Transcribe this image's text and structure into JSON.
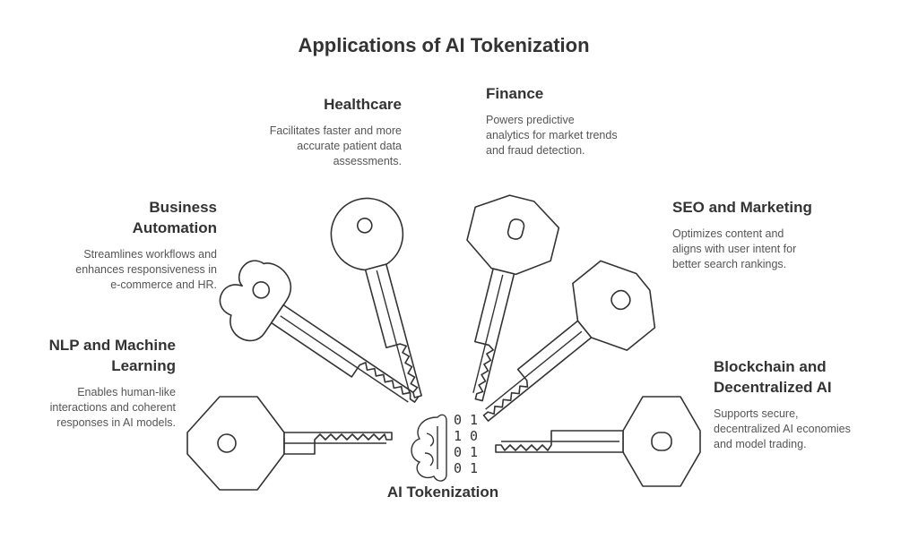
{
  "title": "Applications of AI Tokenization",
  "center": {
    "label": "AI Tokenization",
    "binary_rows": [
      "0 1",
      "1 0",
      "0 1",
      "0 1"
    ]
  },
  "applications": {
    "healthcare": {
      "title": "Healthcare",
      "description": "Facilitates faster and more accurate patient data assessments."
    },
    "finance": {
      "title": "Finance",
      "description": "Powers predictive analytics for market trends and fraud detection."
    },
    "business_automation": {
      "title": "Business Automation",
      "description": "Streamlines workflows and enhances responsiveness in e-commerce and HR."
    },
    "seo_marketing": {
      "title": "SEO and Marketing",
      "description": "Optimizes content and aligns with user intent for better search rankings."
    },
    "nlp_ml": {
      "title": "NLP and Machine Learning",
      "description": "Enables human-like interactions and coherent responses in AI models."
    },
    "blockchain": {
      "title": "Blockchain and Decentralized AI",
      "description": "Supports secure, decentralized AI economies and model trading."
    }
  },
  "icons": {
    "keys": [
      "key-icon"
    ],
    "center": "brain-binary-icon"
  },
  "colors": {
    "text": "#333333",
    "muted": "#555555",
    "stroke": "#333333",
    "background": "#ffffff"
  }
}
